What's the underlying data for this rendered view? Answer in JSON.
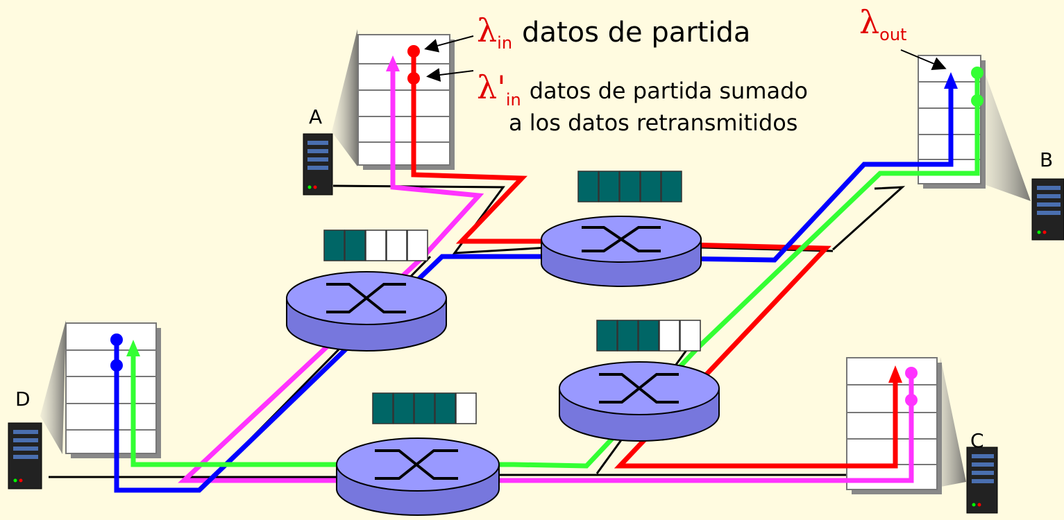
{
  "annotations": {
    "lambda_in": {
      "symbol": "λ",
      "sub": "in",
      "text": "datos de partida"
    },
    "lambda_in_prime": {
      "symbol": "λ'",
      "sub": "in",
      "line1": "datos de partida sumado",
      "line2": "a los datos retransmitidos"
    },
    "lambda_out": {
      "symbol": "λ",
      "sub": "out"
    }
  },
  "hosts": [
    {
      "id": "A",
      "label": "A"
    },
    {
      "id": "B",
      "label": "B"
    },
    {
      "id": "C",
      "label": "C"
    },
    {
      "id": "D",
      "label": "D"
    }
  ],
  "router_queues": [
    {
      "router": "top-center",
      "filled": 5,
      "slots": 5
    },
    {
      "router": "left-middle",
      "filled": 2,
      "slots": 5
    },
    {
      "router": "right-middle",
      "filled": 3,
      "slots": 5
    },
    {
      "router": "bottom-center",
      "filled": 4,
      "slots": 5
    }
  ],
  "colors": {
    "background": "#FFFBE0",
    "flow_red": "#FF0000",
    "flow_magenta": "#FF33FF",
    "flow_blue": "#0000FF",
    "flow_green": "#33FF33",
    "queue_filled": "#006666",
    "router_fill": "#9999FF"
  }
}
